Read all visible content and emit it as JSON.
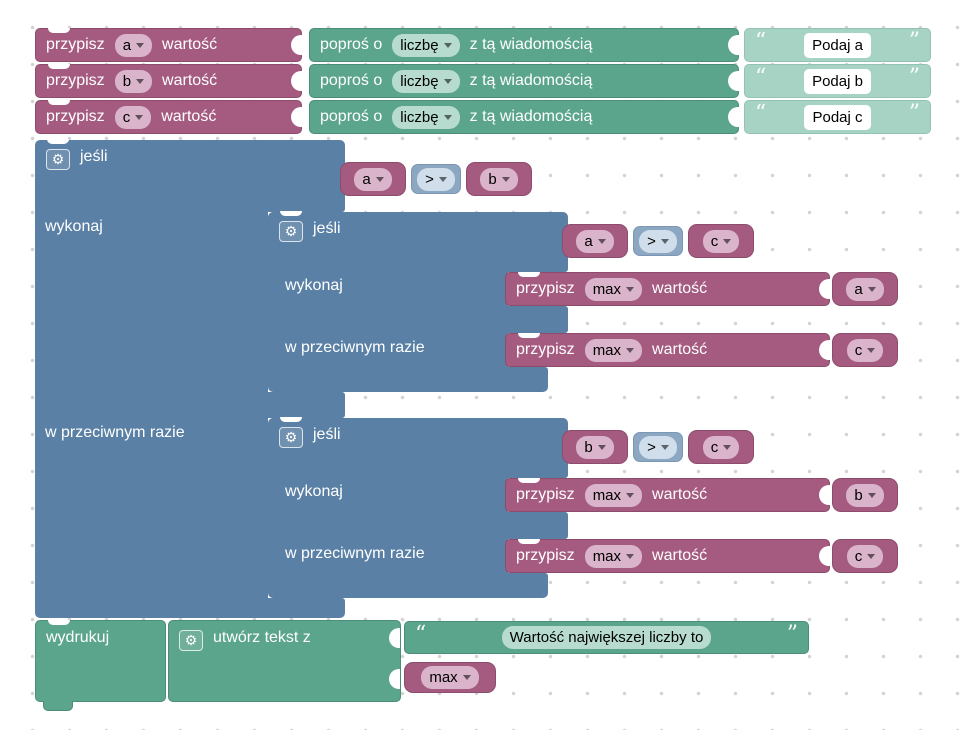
{
  "colors": {
    "variable_block": "#a55b80",
    "text_block": "#5ba58c",
    "shadow_text_block": "#a7d3c5",
    "logic_block": "#5b80a5",
    "shadow_logic_block": "#8ca7c1"
  },
  "labels": {
    "przypisz": "przypisz",
    "wartosc": "wartość",
    "popros_o": "poproś o",
    "z_ta_wiadomoscia": "z tą wiadomością",
    "jesli": "jeśli",
    "wykonaj": "wykonaj",
    "w_przeciwnym_razie": "w przeciwnym razie",
    "wydrukuj": "wydrukuj",
    "utworz_tekst_z": "utwórz tekst z",
    "quote_open": "“",
    "quote_close": "”",
    "gear": "⚙"
  },
  "assign_rows": [
    {
      "var": "a",
      "type": "liczbę",
      "prompt": "Podaj a"
    },
    {
      "var": "b",
      "type": "liczbę",
      "prompt": "Podaj b"
    },
    {
      "var": "c",
      "type": "liczbę",
      "prompt": "Podaj c"
    }
  ],
  "outer_if": {
    "cond": {
      "left": "a",
      "op": ">",
      "right": "b"
    }
  },
  "inner_if_first": {
    "cond": {
      "left": "a",
      "op": ">",
      "right": "c"
    },
    "do_assign": {
      "var": "max",
      "value": "a"
    },
    "else_assign": {
      "var": "max",
      "value": "c"
    }
  },
  "inner_if_second": {
    "cond": {
      "left": "b",
      "op": ">",
      "right": "c"
    },
    "do_assign": {
      "var": "max",
      "value": "b"
    },
    "else_assign": {
      "var": "max",
      "value": "c"
    }
  },
  "print_block": {
    "text": "Wartość największej liczby to",
    "var": "max"
  }
}
